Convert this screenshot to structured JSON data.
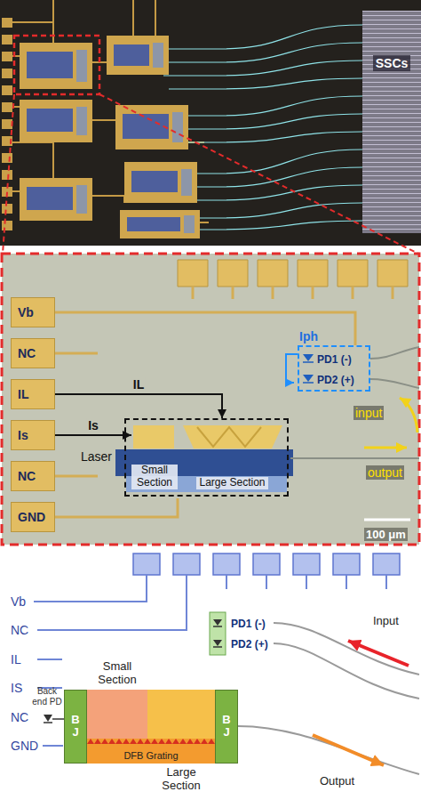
{
  "diagram": {
    "nodes": [
      {
        "text": [
          "SSCs"
        ]
      },
      {
        "text": [
          "Vb"
        ]
      },
      {
        "text": [
          "NC"
        ]
      },
      {
        "text": [
          "IL"
        ]
      },
      {
        "text": [
          "Is"
        ]
      },
      {
        "text": [
          "NC"
        ]
      },
      {
        "text": [
          "GND"
        ]
      },
      {
        "text": [
          "Laser"
        ]
      },
      {
        "text": [
          "Small Section"
        ],
        "in": 7
      },
      {
        "text": [
          "Large Section"
        ],
        "in": 7
      },
      {
        "text": [
          "Iph"
        ]
      },
      {
        "text": [
          "PD1 (-)"
        ],
        "in": 10
      },
      {
        "text": [
          "PD2 (+)"
        ],
        "in": 10
      },
      {
        "text": [
          "BJ"
        ]
      },
      {
        "text": [
          "Small Section"
        ]
      },
      {
        "text": [
          "Large Section"
        ]
      },
      {
        "text": [
          "BJ"
        ]
      },
      {
        "text": [
          "PD1 (-)"
        ]
      },
      {
        "text": [
          "PD2 (+)"
        ]
      }
    ],
    "edges": [
      {
        "from": 3,
        "to": 7,
        "arrow": "to",
        "label": "IL"
      },
      {
        "from": 4,
        "to": 8,
        "arrow": "to",
        "label": "Is"
      }
    ],
    "labels": [
      "input",
      "output",
      "100 μm",
      "Vb",
      "NC",
      "IL",
      "IS",
      "NC",
      "GND",
      "Back end PD",
      "DFB Grating",
      "Input",
      "Output"
    ]
  }
}
